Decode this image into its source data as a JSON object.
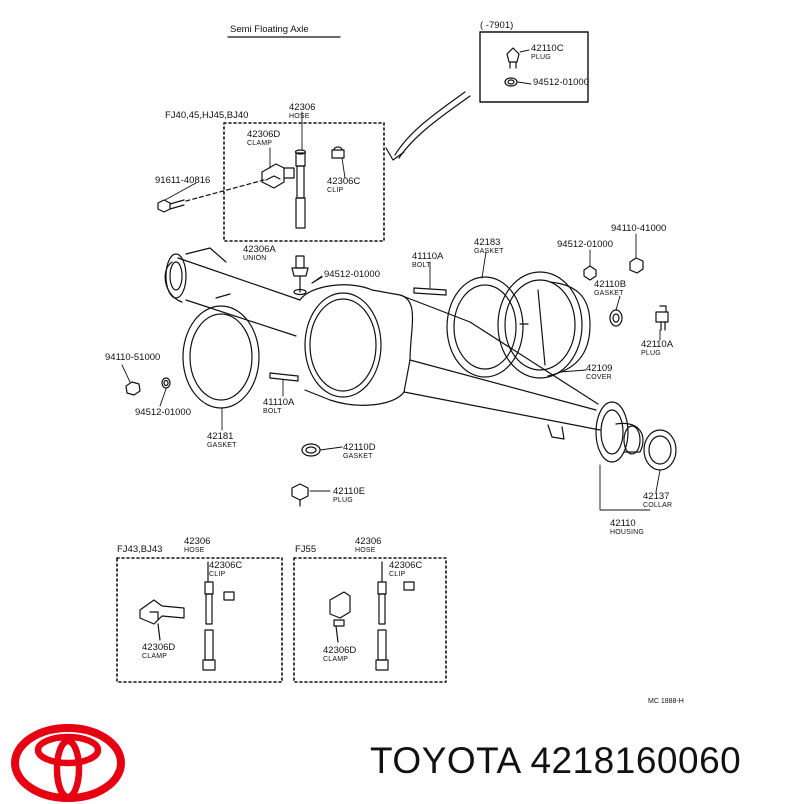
{
  "diagram": {
    "title": "Semi Floating Axle",
    "range_box_label": "(      -7901)",
    "code": "MC 1888-H",
    "groups": {
      "top_variant": "FJ40,45,HJ45,BJ40",
      "bottom_left_variant": "FJ43,BJ43",
      "bottom_right_variant": "FJ55"
    },
    "parts": {
      "p42110c": {
        "number": "42110C",
        "name": "PLUG"
      },
      "p94512a": {
        "number": "94512-01000"
      },
      "p42306top": {
        "number": "42306",
        "name": "HOSE"
      },
      "p42306d": {
        "number": "42306D",
        "name": "CLAMP"
      },
      "p91611": {
        "number": "91611-40816"
      },
      "p42306c": {
        "number": "42306C",
        "name": "CLIP"
      },
      "p42306a": {
        "number": "42306A",
        "name": "UNION"
      },
      "p94512b": {
        "number": "94512-01000"
      },
      "p41110a_t": {
        "number": "41110A",
        "name": "BOLT"
      },
      "p42183": {
        "number": "42183",
        "name": "GASKET"
      },
      "p94512c": {
        "number": "94512-01000"
      },
      "p94110a": {
        "number": "94110-41000"
      },
      "p42110b": {
        "number": "42110B",
        "name": "GASKET"
      },
      "p42110a": {
        "number": "42110A",
        "name": "PLUG"
      },
      "p42109": {
        "number": "42109",
        "name": "COVER"
      },
      "p94110b": {
        "number": "94110-51000"
      },
      "p94512d": {
        "number": "94512-01000"
      },
      "p41110a_b": {
        "number": "41110A",
        "name": "BOLT"
      },
      "p42181": {
        "number": "42181",
        "name": "GASKET"
      },
      "p42110d": {
        "number": "42110D",
        "name": "GASKET"
      },
      "p42110e": {
        "number": "42110E",
        "name": "PLUG"
      },
      "p42137": {
        "number": "42137",
        "name": "COLLAR"
      },
      "p42110": {
        "number": "42110",
        "name": "HOUSING"
      },
      "bl_hose": {
        "number": "42306",
        "name": "HOSE"
      },
      "bl_clip": {
        "number": "42306C",
        "name": "CLIP"
      },
      "bl_clamp": {
        "number": "42306D",
        "name": "CLAMP"
      },
      "br_hose": {
        "number": "42306",
        "name": "HOSE"
      },
      "br_clip": {
        "number": "42306C",
        "name": "CLIP"
      },
      "br_clamp": {
        "number": "42306D",
        "name": "CLAMP"
      }
    }
  },
  "footer": {
    "brand": "TOYOTA",
    "part_number": "4218160060",
    "logo_color": "#e60012",
    "logo_icon": "toyota-logo-icon"
  }
}
